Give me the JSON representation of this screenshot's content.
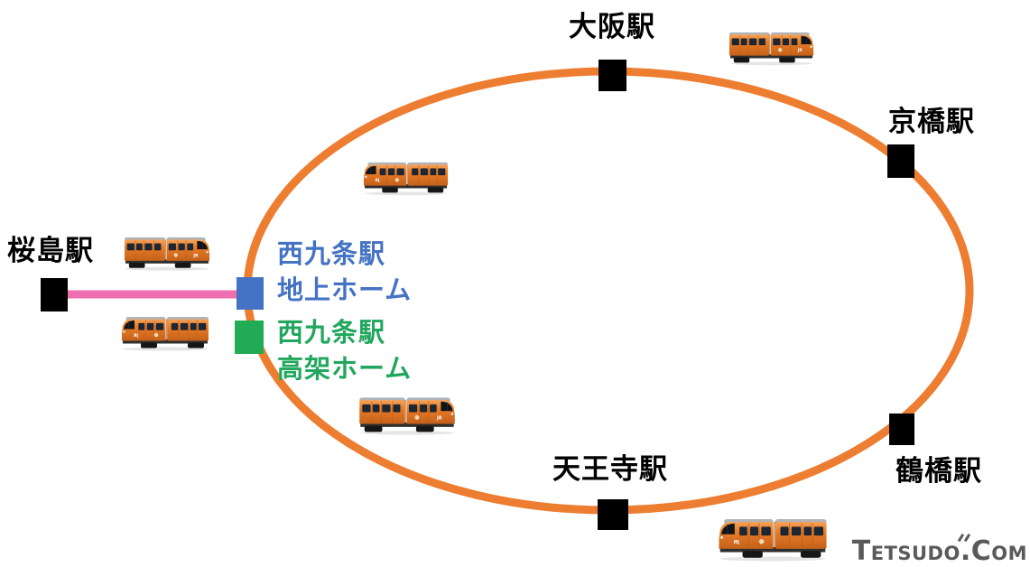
{
  "stations": {
    "osaka": {
      "label": "大阪駅"
    },
    "kyobashi": {
      "label": "京橋駅"
    },
    "tsuruhashi": {
      "label": "鶴橋駅"
    },
    "tennoji": {
      "label": "天王寺駅"
    },
    "sakurajima": {
      "label": "桜島駅"
    },
    "nishikujo_ground": {
      "line1": "西九条駅",
      "line2": "地上ホーム"
    },
    "nishikujo_elevated": {
      "line1": "西九条駅",
      "line2": "高架ホーム"
    }
  },
  "watermark": {
    "text": "Tetsudo.Com"
  },
  "colors": {
    "loop_line": "#ED7D31",
    "branch_line": "#EE6FAF",
    "station_marker": "#000000",
    "ground_platform_marker": "#4472C4",
    "elevated_platform_marker": "#21AB55",
    "ground_platform_text": "#4472C4",
    "elevated_platform_text": "#21A75D",
    "watermark_text": "#5A5A5A",
    "train_body": "#E97C28"
  },
  "trains": [
    {
      "position": "top-right-outside-loop",
      "facing": "right"
    },
    {
      "position": "upper-left-inside-loop",
      "facing": "left"
    },
    {
      "position": "sakurajima-branch-upper",
      "facing": "right"
    },
    {
      "position": "sakurajima-branch-lower",
      "facing": "left"
    },
    {
      "position": "lower-left-inside-loop",
      "facing": "right"
    },
    {
      "position": "bottom-right-outside-loop",
      "facing": "left"
    }
  ]
}
